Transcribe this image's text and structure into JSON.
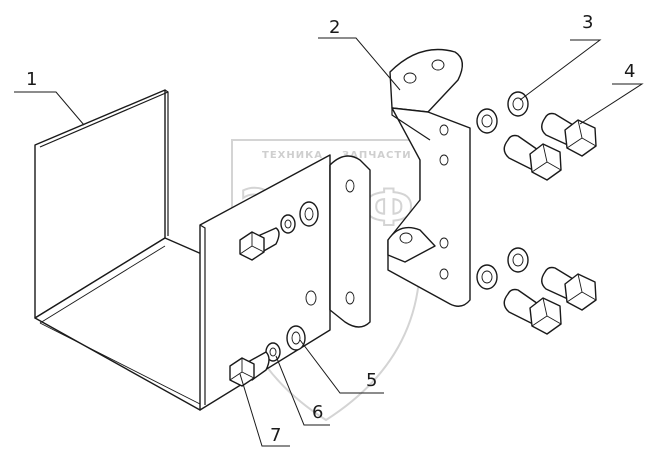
{
  "watermark": {
    "word_left": "ТЕХНИКА",
    "word_right": "ЗАПЧАСТИ",
    "letters": [
      "Э",
      "П",
      "Ф"
    ],
    "color": "#cfcfcf"
  },
  "callouts": [
    {
      "id": "1",
      "label": "1"
    },
    {
      "id": "2",
      "label": "2"
    },
    {
      "id": "3",
      "label": "3"
    },
    {
      "id": "4",
      "label": "4"
    },
    {
      "id": "5",
      "label": "5"
    },
    {
      "id": "6",
      "label": "6"
    },
    {
      "id": "7",
      "label": "7"
    }
  ]
}
